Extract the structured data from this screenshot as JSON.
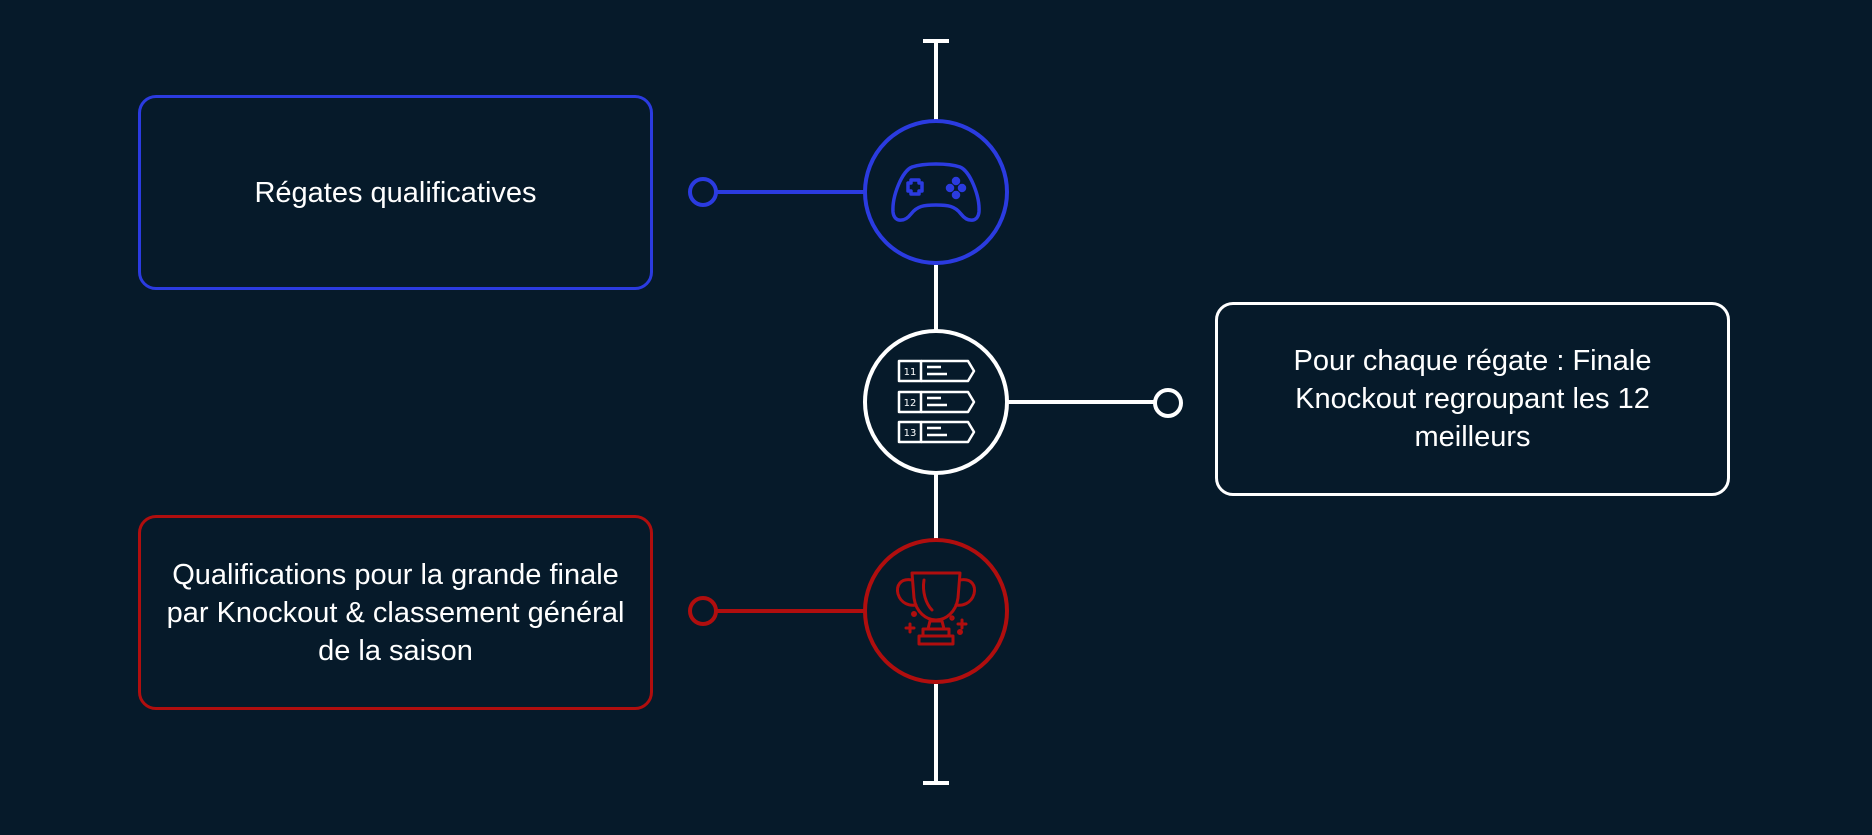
{
  "colors": {
    "background": "#061a2a",
    "step1": "#2b3be0",
    "step2": "#ffffff",
    "step3": "#b00e0e"
  },
  "steps": [
    {
      "label": "Régates qualificatives",
      "icon": "gamepad-icon"
    },
    {
      "label": "Pour chaque régate : Finale Knockout regroupant les 12 meilleurs",
      "icon": "ranking-list-icon",
      "rank_labels": [
        "11",
        "12",
        "13"
      ]
    },
    {
      "label": "Qualifications pour la grande finale par Knockout & classement général de la saison",
      "icon": "trophy-icon"
    }
  ]
}
